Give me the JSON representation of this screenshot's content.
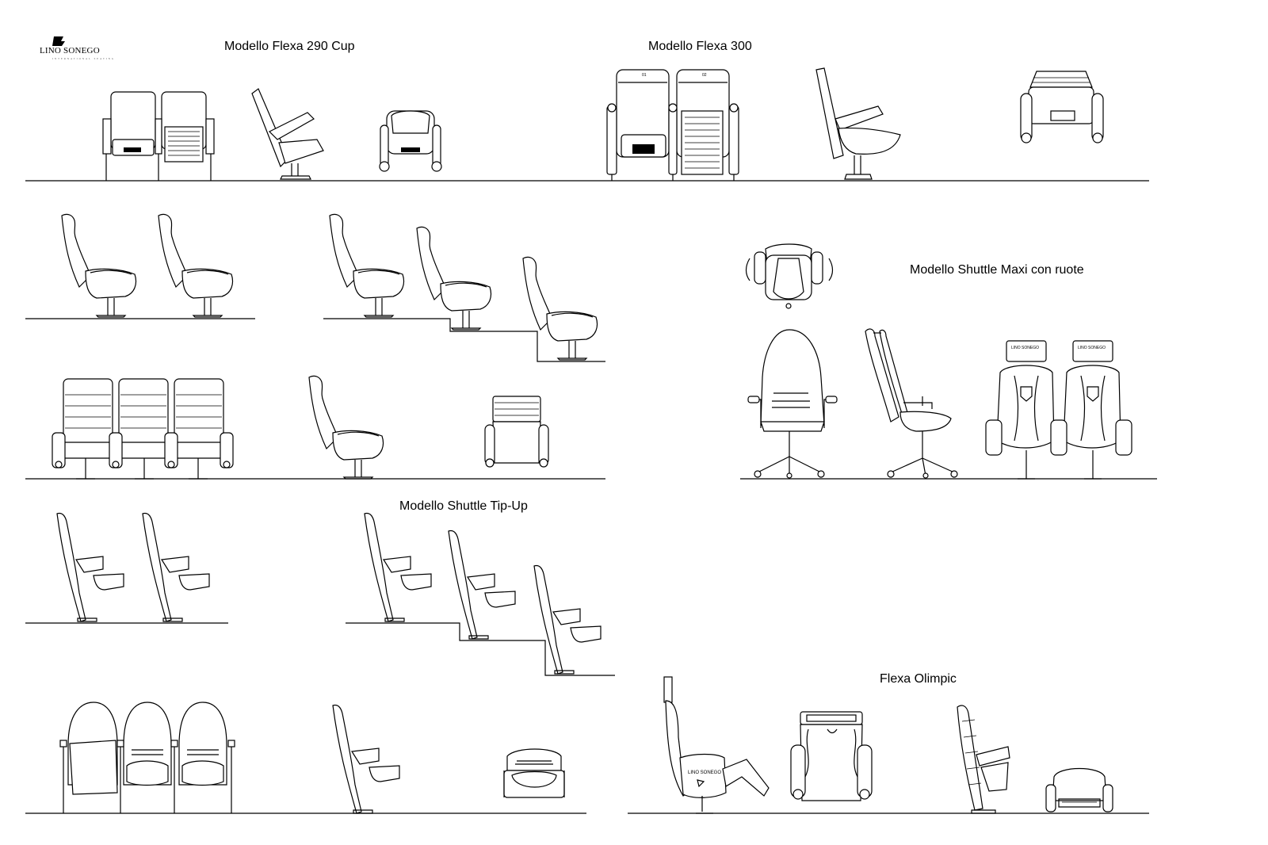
{
  "brand": {
    "name": "LINO SONEGO",
    "tagline": "INTERNATIONAL SEATING"
  },
  "sections": {
    "flexa290": "Modello Flexa 290 Cup",
    "flexa300": "Modello Flexa 300",
    "shuttleMaxi": "Modello Shuttle Maxi con ruote",
    "shuttleTipUp": "Modello Shuttle Tip-Up",
    "flexaOlimpic": "Flexa Olimpic"
  },
  "seat_numbers": [
    "01",
    "02"
  ],
  "headrest_label": "LINO SONEGO"
}
